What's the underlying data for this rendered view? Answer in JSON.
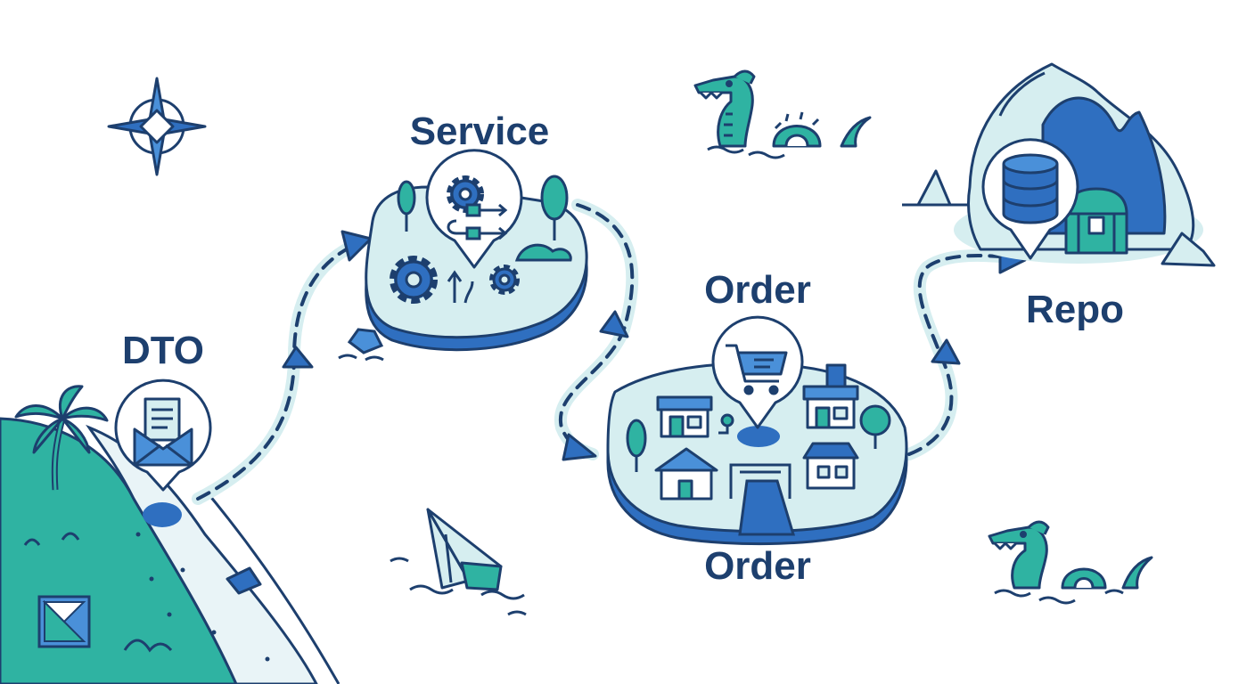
{
  "labels": {
    "dto": "DTO",
    "service": "Service",
    "order_top": "Order",
    "order_bottom": "Order",
    "repo": "Repo"
  },
  "colors": {
    "outline": "#1d3f6e",
    "teal": "#2fb3a2",
    "teal_dark": "#1e8f82",
    "pale": "#d6eef0",
    "blue": "#2f6fc0",
    "blue_light": "#4a90d9",
    "sand": "#e9f4f7"
  },
  "icons": [
    "compass-rose-icon",
    "palm-tree-icon",
    "envelope-document-icon",
    "gear-icon",
    "flow-chart-icon",
    "shopping-cart-icon",
    "shop-icon",
    "house-icon",
    "database-icon",
    "treasure-chest-icon",
    "sea-serpent-icon",
    "shipwreck-icon"
  ]
}
